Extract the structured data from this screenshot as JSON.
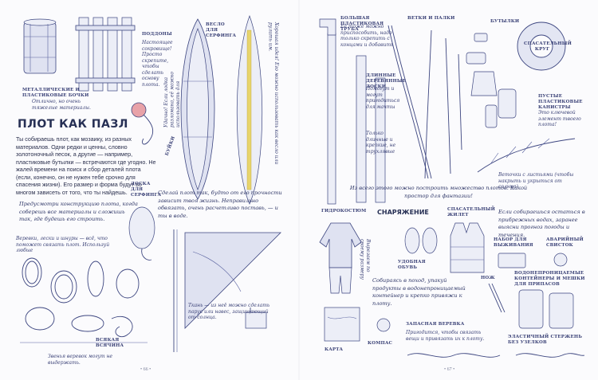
{
  "left": {
    "barrel_caption": "Металлические или пластиковые бочки",
    "barrel_note": "Отлично, но очень тяжелые материалы.",
    "pallet_title": "Поддоны",
    "pallet_note": "Настоящее сокровище! Просто скрепите, чтобы сделать основу плота.",
    "canoe_title": "Весло для серфинга",
    "board_note": "Хорошая идея! Его можно использовать как весло или рулить им.",
    "buoy_caption": "Буйки",
    "canoe_hint": "Удачно! Если лодка разломана, её можно использовать для",
    "heading": "ПЛОТ КАК ПАЗЛ",
    "body": "Ты собираешь плот, как мозаику, из разных материалов. Одни редки и ценны, словно золотоночный песок, а другие — например, пластиковые бутылки — встречаются где угодно. Не жалей времени на поиск и сбор деталей плота (если, конечно, он не нужен тебе срочно для спасения жизни). Его размер и форма будут во многом зависеть от того, что ты найдешь.",
    "ropes_text": "Предусмотри конструкцию плота, когда соберешь все материалы и сложишь так, где будешь его строить.",
    "ropes_caption": "Веревки, лески и шнуры — всё, что поможет связать плот. Используй любые",
    "board2_title": "Доска для серфинга",
    "sail_text": "Сделай плот так, будто от его прочности зависит твоя жизнь. Неправильно обвязать, очень расчетливо поставь, — и ты в воде.",
    "sail_caption": "Ткань — из неё можно сделать парус или навес, защищающий от солнца.",
    "small_items_caption": "Всякая всячина",
    "bottom_note": "Звенья веревок могут не выдержать.",
    "page_no": "• 66 •"
  },
  "right": {
    "pipe_caption": "Большая пластиковая труба",
    "pipe_note": "Её тоже можно приспособить, надо только скрепить с концами и добавить",
    "sticks_title": "Ветки и палки",
    "bottles_caption": "Бутылки",
    "ring_caption": "Спасательный круг",
    "planks_caption": "Длинные деревянные доски",
    "planks_note": "Помогут и могут пригодиться для мачты",
    "boards_note": "Только длинные и крепкие, не трухлявые",
    "canisters_caption": "Пустые пластиковые канистры",
    "canisters_note": "Это ключевой элемент твоего плота!",
    "leaves_caption": "Веточки с листьями (чтобы накрыть и укрыться от солнца)",
    "center_text": "Из всего этого можно построить множество плотов. Какой простор для фантазии!",
    "gear_title": "СНАРЯЖЕНИЕ",
    "wetsuit_caption": "Гидрокостюм",
    "wetsuit_note": "Вырезаем по своему размеру",
    "shoes_caption": "Удобная обувь",
    "vest_caption": "Спасательный жилет",
    "advice_text": "Если собираешься остаться в прибрежных водах, заранее выясни прогноз погоды и течения.",
    "first_aid_caption": "Набор для выживания",
    "whistle_caption": "Аварийный свисток",
    "pack_text": "Собираясь в поход, упакуй продукты в водонепроницаемый контейнер и крепко привяжи к плоту.",
    "knife_caption": "Нож",
    "containers_caption": "Водонепроницаемые контейнеры и мешки для припасов",
    "map_caption": "Карта",
    "compass_caption": "Компас",
    "rope_bottom_caption": "Запасная веревка",
    "rope_bottom_note": "Пригодится, чтобы связать вещи и привязать их к плоту.",
    "cord_caption": "Эластичный стержень без узелков",
    "page_no": "• 67 •"
  }
}
